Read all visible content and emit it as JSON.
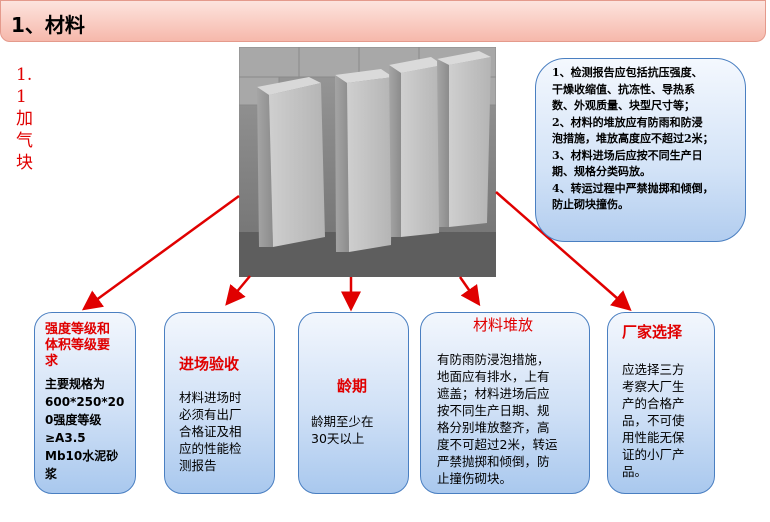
{
  "title": "1、材料",
  "section": {
    "number": "1. 1",
    "chars": [
      "加",
      "气",
      "块"
    ]
  },
  "note": {
    "lines": [
      "1、检测报告应包括抗压强度、",
      "干燥收缩值、抗冻性、导热系",
      "数、外观质量、块型尺寸等；",
      "2、材料的堆放应有防雨和防浸",
      "泡措施，堆放高度应不超过2米；",
      "3、材料进场后应按不同生产日",
      "期、规格分类码放。",
      "4、转运过程中严禁抛掷和倾倒，",
      "防止砌块撞伤。"
    ]
  },
  "boxes": {
    "strength": {
      "heading": [
        "强度等级和",
        "体积等级要",
        "求"
      ],
      "body": [
        "主要规格为",
        "600*250*20",
        "0强度等级",
        "≥A3.5",
        "Mb10水泥砂",
        "浆"
      ]
    },
    "inspection": {
      "heading": "进场验收",
      "body": [
        "材料进场时",
        "必须有出厂",
        "合格证及相",
        "应的性能检",
        "测报告"
      ]
    },
    "age": {
      "heading": "龄期",
      "body": [
        "龄期至少在",
        "30天以上"
      ]
    },
    "stacking": {
      "heading": "材料堆放",
      "body": [
        "有防雨防浸泡措施，",
        "地面应有排水，上有",
        "遮盖；材料进场后应",
        "按不同生产日期、规",
        "格分别堆放整齐，高",
        "度不可超过2米，转运",
        "严禁抛掷和倾倒，防",
        "止撞伤砌块。"
      ]
    },
    "factory": {
      "heading": "厂家选择",
      "body": [
        "应选择三方",
        "考察大厂生",
        "产的合格产",
        "品，不可使",
        "用性能无保",
        "证的小厂产",
        "品。"
      ]
    }
  },
  "colors": {
    "red": "#e00000",
    "box_border": "#4a7fc1",
    "title_bg": "#f6b8ab"
  },
  "photo": {
    "icon": "aerated-concrete-blocks-photo"
  }
}
